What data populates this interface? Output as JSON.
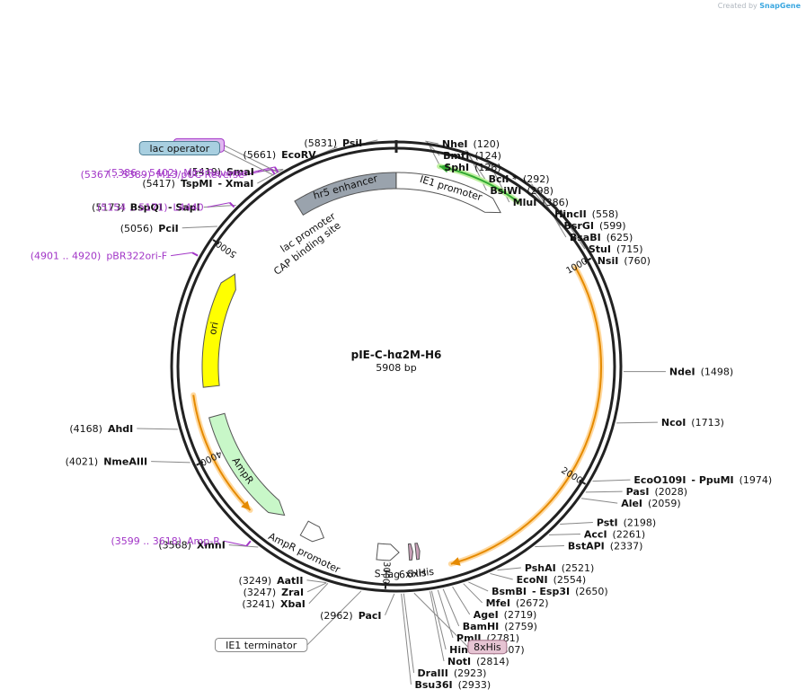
{
  "credit": {
    "prefix": "Created by",
    "brand": "SnapGene"
  },
  "plasmid": {
    "name": "pIE-C-hα2M-H6",
    "length_text": "5908 bp"
  },
  "ticks": [
    {
      "label": "1000",
      "bp": 1000
    },
    {
      "label": "2000",
      "bp": 2000
    },
    {
      "label": "3000",
      "bp": 3000
    },
    {
      "label": "4000",
      "bp": 4000
    },
    {
      "label": "5000",
      "bp": 5000
    }
  ],
  "sites": [
    {
      "name": "NheI",
      "pos": "(120)",
      "bp": 120,
      "side": "R"
    },
    {
      "name": "BmtI",
      "pos": "(124)",
      "bp": 124,
      "side": "R"
    },
    {
      "name": "SphI",
      "pos": "(128)",
      "bp": 128,
      "side": "R"
    },
    {
      "name": "BclI *",
      "pos": "(292)",
      "bp": 292,
      "side": "R"
    },
    {
      "name": "BsiWI",
      "pos": "(298)",
      "bp": 298,
      "side": "R"
    },
    {
      "name": "MluI",
      "pos": "(386)",
      "bp": 386,
      "side": "R"
    },
    {
      "name": "HincII",
      "pos": "(558)",
      "bp": 558,
      "side": "R"
    },
    {
      "name": "BsrGI",
      "pos": "(599)",
      "bp": 599,
      "side": "R"
    },
    {
      "name": "BsaBI",
      "pos": "(625)",
      "bp": 625,
      "side": "R"
    },
    {
      "name": "StuI",
      "pos": "(715)",
      "bp": 715,
      "side": "R"
    },
    {
      "name": "NsiI",
      "pos": "(760)",
      "bp": 760,
      "side": "R"
    },
    {
      "name": "NdeI",
      "pos": "(1498)",
      "bp": 1498,
      "side": "R"
    },
    {
      "name": "NcoI",
      "pos": "(1713)",
      "bp": 1713,
      "side": "R"
    },
    {
      "name": "EcoO109I",
      "pos": "(1974)",
      "bp": 1974,
      "side": "R",
      "alt": "- PpuMI"
    },
    {
      "name": "PasI",
      "pos": "(2028)",
      "bp": 2028,
      "side": "R"
    },
    {
      "name": "AleI",
      "pos": "(2059)",
      "bp": 2059,
      "side": "R"
    },
    {
      "name": "PstI",
      "pos": "(2198)",
      "bp": 2198,
      "side": "R"
    },
    {
      "name": "AccI",
      "pos": "(2261)",
      "bp": 2261,
      "side": "R"
    },
    {
      "name": "BstAPI",
      "pos": "(2337)",
      "bp": 2337,
      "side": "R"
    },
    {
      "name": "PshAI",
      "pos": "(2521)",
      "bp": 2521,
      "side": "R"
    },
    {
      "name": "EcoNI",
      "pos": "(2554)",
      "bp": 2554,
      "side": "R"
    },
    {
      "name": "BsmBI",
      "pos": "(2650)",
      "bp": 2650,
      "side": "R",
      "alt": "- Esp3I"
    },
    {
      "name": "MfeI",
      "pos": "(2672)",
      "bp": 2672,
      "side": "R"
    },
    {
      "name": "AgeI",
      "pos": "(2719)",
      "bp": 2719,
      "side": "R"
    },
    {
      "name": "BamHI",
      "pos": "(2759)",
      "bp": 2759,
      "side": "R"
    },
    {
      "name": "PmlI",
      "pos": "(2781)",
      "bp": 2781,
      "side": "R"
    },
    {
      "name": "HindIII",
      "pos": "(2807)",
      "bp": 2807,
      "side": "R"
    },
    {
      "name": "NotI",
      "pos": "(2814)",
      "bp": 2814,
      "side": "R"
    },
    {
      "name": "DraIII",
      "pos": "(2923)",
      "bp": 2923,
      "side": "R"
    },
    {
      "name": "Bsu36I",
      "pos": "(2933)",
      "bp": 2933,
      "side": "R"
    },
    {
      "name": "PacI",
      "pos": "(2962)",
      "bp": 2962,
      "side": "L"
    },
    {
      "name": "XbaI",
      "pos": "(3241)",
      "bp": 3241,
      "side": "L"
    },
    {
      "name": "ZraI",
      "pos": "(3247)",
      "bp": 3247,
      "side": "L"
    },
    {
      "name": "AatII",
      "pos": "(3249)",
      "bp": 3249,
      "side": "L"
    },
    {
      "name": "XmnI",
      "pos": "(3568)",
      "bp": 3568,
      "side": "L"
    },
    {
      "name": "NmeAIII",
      "pos": "(4021)",
      "bp": 4021,
      "side": "L"
    },
    {
      "name": "AhdI",
      "pos": "(4168)",
      "bp": 4168,
      "side": "L"
    },
    {
      "name": "PciI",
      "pos": "(5056)",
      "bp": 5056,
      "side": "L"
    },
    {
      "name": "BspQI",
      "pos": "(5173)",
      "bp": 5173,
      "side": "L",
      "alt": "- SapI"
    },
    {
      "name": "TspMI",
      "pos": "(5417)",
      "bp": 5417,
      "side": "L",
      "alt": "- XmaI"
    },
    {
      "name": "SmaI",
      "pos": "(5419)",
      "bp": 5419,
      "side": "L"
    },
    {
      "name": "EcoRV",
      "pos": "(5661)",
      "bp": 5661,
      "side": "L"
    },
    {
      "name": "PsiI",
      "pos": "(5831)",
      "bp": 5831,
      "side": "L"
    }
  ],
  "primers": [
    {
      "range": "(5386 .. 5402)",
      "name": "M13 Reverse",
      "bp": 5394
    },
    {
      "range": "(5367 .. 5389)",
      "name": "M13/pUC Reverse",
      "bp": 5378
    },
    {
      "range": "(5154 .. 5171)",
      "name": "L4440",
      "bp": 5162
    },
    {
      "range": "(4901 .. 4920)",
      "name": "pBR322ori-F",
      "bp": 4910
    },
    {
      "range": "(3599 .. 3618)",
      "name": "Amp-R",
      "bp": 3608
    }
  ],
  "boxed_labels": [
    {
      "text": "M13 rev",
      "bp": 5394
    },
    {
      "text": "lac operator",
      "bp": 5372
    },
    {
      "text": "8xHis",
      "bp": 2880
    },
    {
      "text": "IE1 terminator",
      "bp": 3100
    }
  ],
  "features": [
    {
      "name": "hr5 enhancer",
      "start": 5390,
      "end": 5907,
      "color": "#9aa3ad",
      "dir": "none"
    },
    {
      "name": "IE1 promoter",
      "start": 0,
      "end": 560,
      "color": "#ffffff",
      "dir": "cw"
    },
    {
      "name": "ori",
      "start": 4330,
      "end": 4920,
      "color": "#ffff00",
      "dir": "cw"
    },
    {
      "name": "AmpR",
      "start": 3560,
      "end": 4180,
      "color": "#c8f7c8",
      "dir": "ccw"
    },
    {
      "name": "AmpR promoter",
      "start": 3330,
      "end": 3440,
      "color": "#ffffff",
      "dir": "ccw"
    },
    {
      "name": "S-Tag",
      "start": 2940,
      "end": 3050,
      "color": "#ffffff",
      "dir": "ccw"
    },
    {
      "name": "6xHis",
      "start": 2870,
      "end": 2890,
      "color": "#c9a0b8",
      "dir": "ccw"
    },
    {
      "name": "6xHis",
      "start": 2835,
      "end": 2855,
      "color": "#c9a0b8",
      "dir": "ccw"
    }
  ],
  "arc_labels": [
    {
      "text": "lac promoter",
      "bp": 5360
    },
    {
      "text": "CAP binding site",
      "bp": 5300
    }
  ],
  "orfs": [
    {
      "start": 1000,
      "end": 2700,
      "dir": "cw",
      "color": "#e58a00"
    },
    {
      "start": 3700,
      "end": 4300,
      "dir": "ccw",
      "color": "#e58a00"
    },
    {
      "start": 200,
      "end": 600,
      "dir": "ccw",
      "color": "#33aa33"
    }
  ],
  "colors": {
    "backbone": "#222222",
    "primer": "#a236c7",
    "orf": "#e58a00",
    "orf_glow": "#ffd9a0",
    "green_orf": "#33aa33"
  }
}
